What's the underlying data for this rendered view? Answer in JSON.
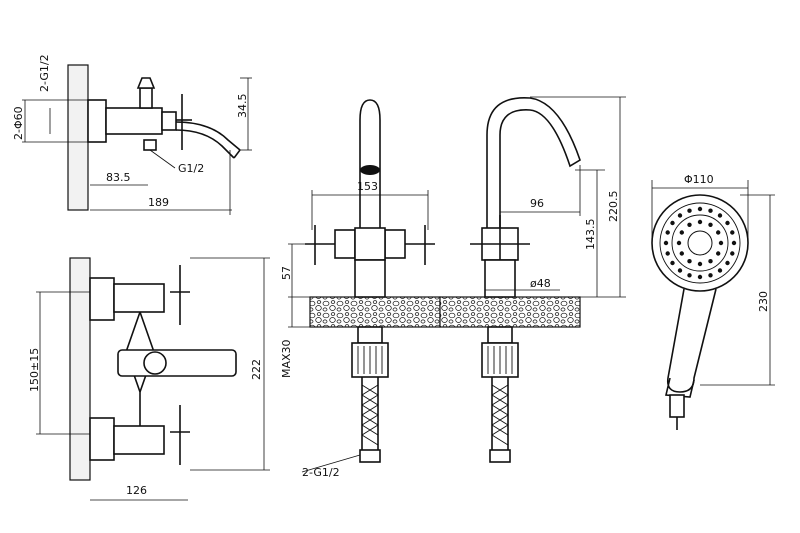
{
  "drawing": {
    "wall_mixer_side": {
      "label_connection_top": "2-G1/2",
      "label_pipe_dia": "2-Φ60",
      "label_spout_height": "34.5",
      "label_outlet": "G1/2",
      "label_depth": "83.5",
      "label_length": "189"
    },
    "wall_mixer_front": {
      "label_centers": "150±15",
      "label_height": "222",
      "label_depth": "126"
    },
    "basin_mixer_front": {
      "label_width": "153",
      "label_handle_height": "57",
      "label_max_thickness": "MAX30",
      "label_hoses": "2-G1/2"
    },
    "basin_mixer_side": {
      "label_reach": "96",
      "label_outlet_height": "143.5",
      "label_total_height": "220.5",
      "label_base_dia": "ø48"
    },
    "hand_shower": {
      "label_head_dia": "Φ110",
      "label_length": "230"
    }
  }
}
